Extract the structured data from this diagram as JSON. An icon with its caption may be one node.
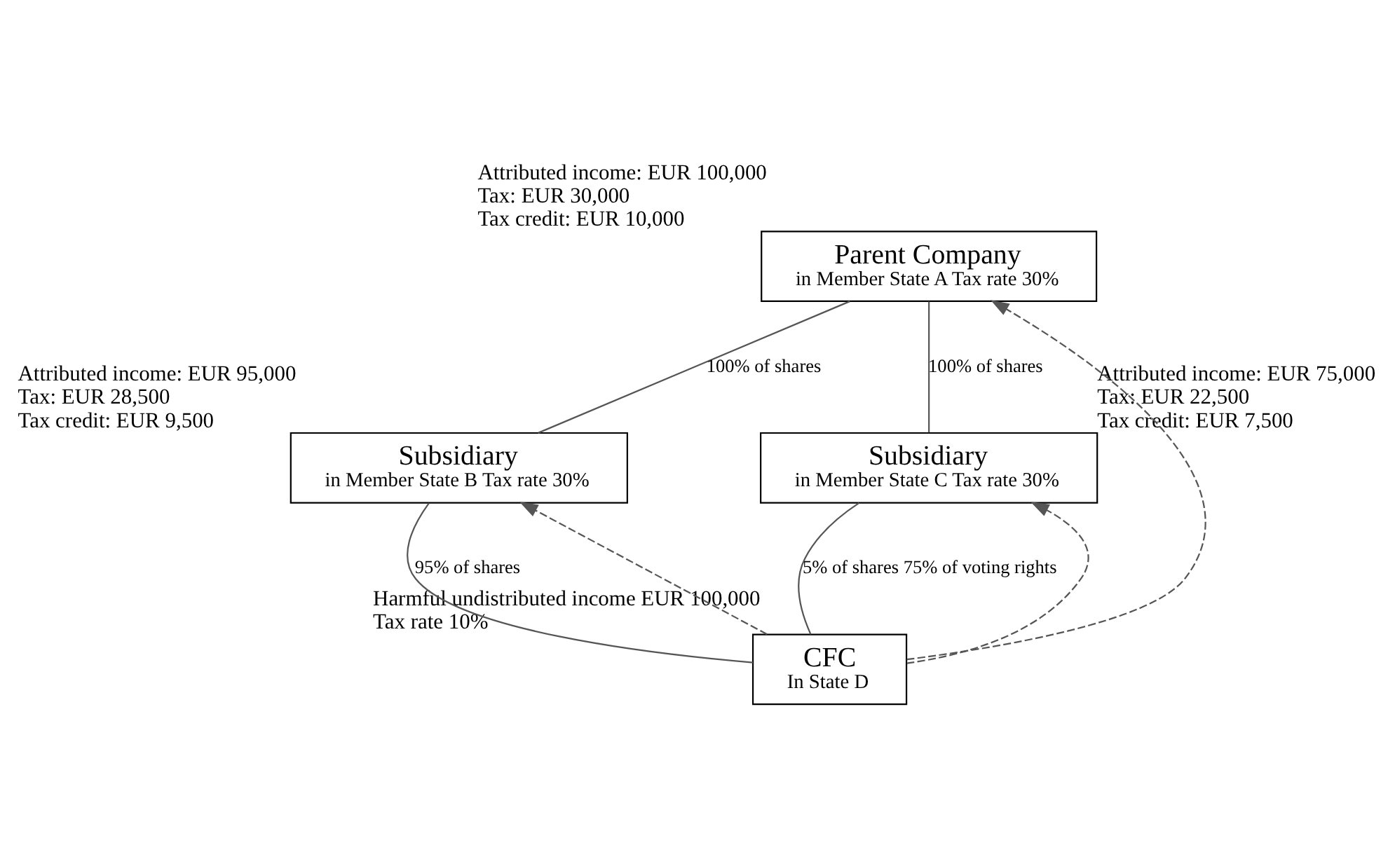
{
  "diagram": {
    "nodes": [
      {
        "text": [
          "Parent Company",
          "in Member State A Tax rate 30%"
        ],
        "beside": [
          "Attributed income: EUR 100,000",
          "Tax: EUR 30,000",
          "Tax credit: EUR 10,000"
        ]
      },
      {
        "text": [
          "Subsidiary",
          "in Member State B Tax rate 30%"
        ],
        "beside": [
          "Attributed income: EUR 95,000",
          "Tax: EUR 28,500",
          "Tax credit: EUR 9,500"
        ]
      },
      {
        "text": [
          "Subsidiary",
          "in Member State C Tax rate 30%"
        ],
        "beside": [
          "Attributed income: EUR 75,000",
          "Tax: EUR 22,500",
          "Tax credit: EUR 7,500"
        ]
      },
      {
        "text": [
          "CFC",
          "In State D"
        ],
        "beside": [
          "Harmful undistributed income EUR 100,000",
          "Tax rate 10%"
        ]
      }
    ],
    "edges": [
      {
        "from": 0,
        "to": 1,
        "arrow": "none",
        "label": "100% of shares"
      },
      {
        "from": 0,
        "to": 2,
        "arrow": "none",
        "label": "100% of shares"
      },
      {
        "from": 3,
        "to": 1,
        "arrow": "none",
        "label": "95% of shares"
      },
      {
        "from": 3,
        "to": 2,
        "arrow": "none",
        "label": "5% of shares 75% of voting rights"
      },
      {
        "from": 3,
        "to": 1,
        "arrow": "to",
        "style": "dashed"
      },
      {
        "from": 3,
        "to": 0,
        "arrow": "to",
        "style": "dashed"
      },
      {
        "from": 3,
        "to": 2,
        "arrow": "to",
        "style": "dashed"
      }
    ]
  }
}
